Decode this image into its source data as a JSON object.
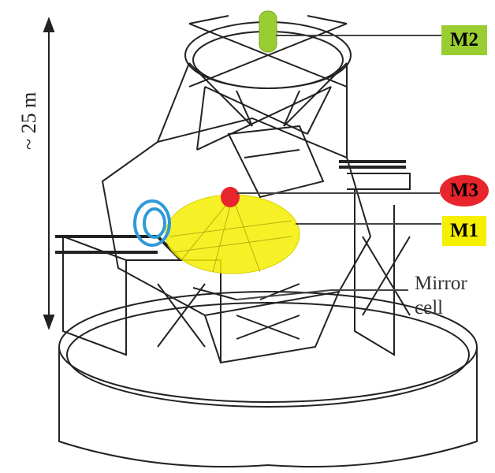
{
  "labels": {
    "m2": "M2",
    "m3": "M3",
    "m1": "M1",
    "mirror_cell_line1": "Mirror",
    "mirror_cell_line2": "cell",
    "height_scale": "~ 25 m"
  },
  "colors": {
    "m2": "#9acd32",
    "m3": "#e8242c",
    "m1": "#f5ef00",
    "m4_blue": "#2f9ad8",
    "line": "#222222"
  }
}
